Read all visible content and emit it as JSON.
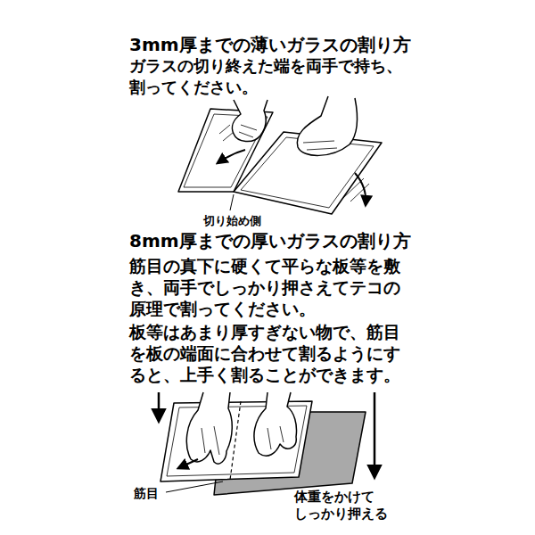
{
  "diagram": {
    "labels": [
      "3mm厚までの薄いガラスの割り方",
      "ガラスの切り終えた端を両手で持ち、 割ってください。",
      "切り始め側",
      "8mm厚までの厚いガラスの割り方",
      "筋目の真下に硬くて平らな板等を敷 き、両手でしっかり押さえてテコの 原理で割ってください。",
      "板等はあまり厚すぎない物で、筋目 を板の端面に合わせて割るようにす ると、上手く割ることができます。",
      "筋目",
      "体重をかけて しっかり押える"
    ]
  }
}
